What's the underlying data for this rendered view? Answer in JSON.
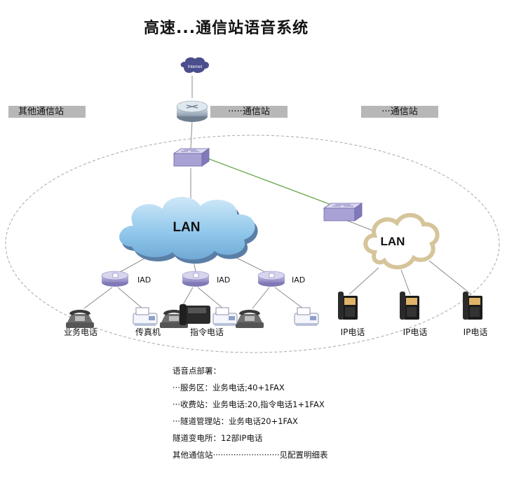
{
  "title": "高速...通信站语音系统",
  "internet_label": "Internet",
  "stations": {
    "left": "其他通信站",
    "center": "·····通信站",
    "right": "···通信站"
  },
  "lan": {
    "main": "LAN",
    "right": "LAN"
  },
  "iad_labels": [
    "IAD",
    "IAD",
    "IAD"
  ],
  "devices": {
    "business_phone": "业务电话",
    "fax": "传真机",
    "command_phone": "指令电话",
    "ip_phone": "IP电话"
  },
  "notes": {
    "heading": "语音点部署：",
    "line1": "···服务区：业务电话;40+1FAX",
    "line2": "···收费站：业务电话:20,指令电话1+1FAX",
    "line3": "···隧道管理站：业务电话20+1FAX",
    "line4": "隧道变电所：12部IP电话",
    "line5": "其他通信站··························见配置明细表"
  },
  "colors": {
    "uplink_line": "#6aa84f",
    "lan_cloud": "#8ec6ea",
    "lan_cloud_right_border": "#d6c49a",
    "station_bg": "#b7b7b7"
  }
}
